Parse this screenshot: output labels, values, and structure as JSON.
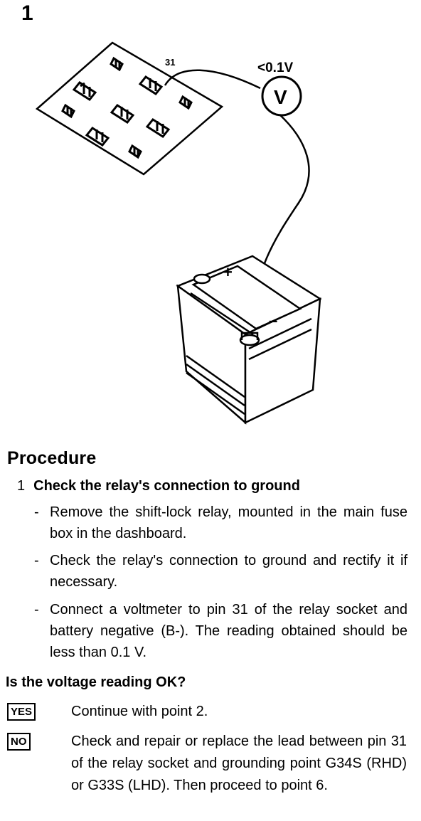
{
  "figure": {
    "number": "1",
    "pin_label": "31",
    "voltage_label": "<0.1V",
    "meter_symbol": "V",
    "plus_sign": "+",
    "minus_sign": "–"
  },
  "procedure": {
    "title": "Procedure",
    "step_number": "1",
    "step_title": "Check the relay's connection to ground",
    "bullets": [
      "Remove the shift-lock relay, mounted in the main fuse box in the dashboard.",
      "Check the relay's connection to ground and rectify it if necessary.",
      "Connect a voltmeter to pin 31 of the relay socket and battery negative (B-). The reading obtained should be less than 0.1 V."
    ]
  },
  "question": "Is the voltage reading OK?",
  "answers": {
    "yes_label": "YES",
    "yes_text": "Continue with point 2.",
    "no_label": "NO",
    "no_text": "Check and repair or replace the lead between pin 31 of the relay socket and grounding point G34S (RHD) or G33S (LHD). Then proceed to point 6."
  }
}
